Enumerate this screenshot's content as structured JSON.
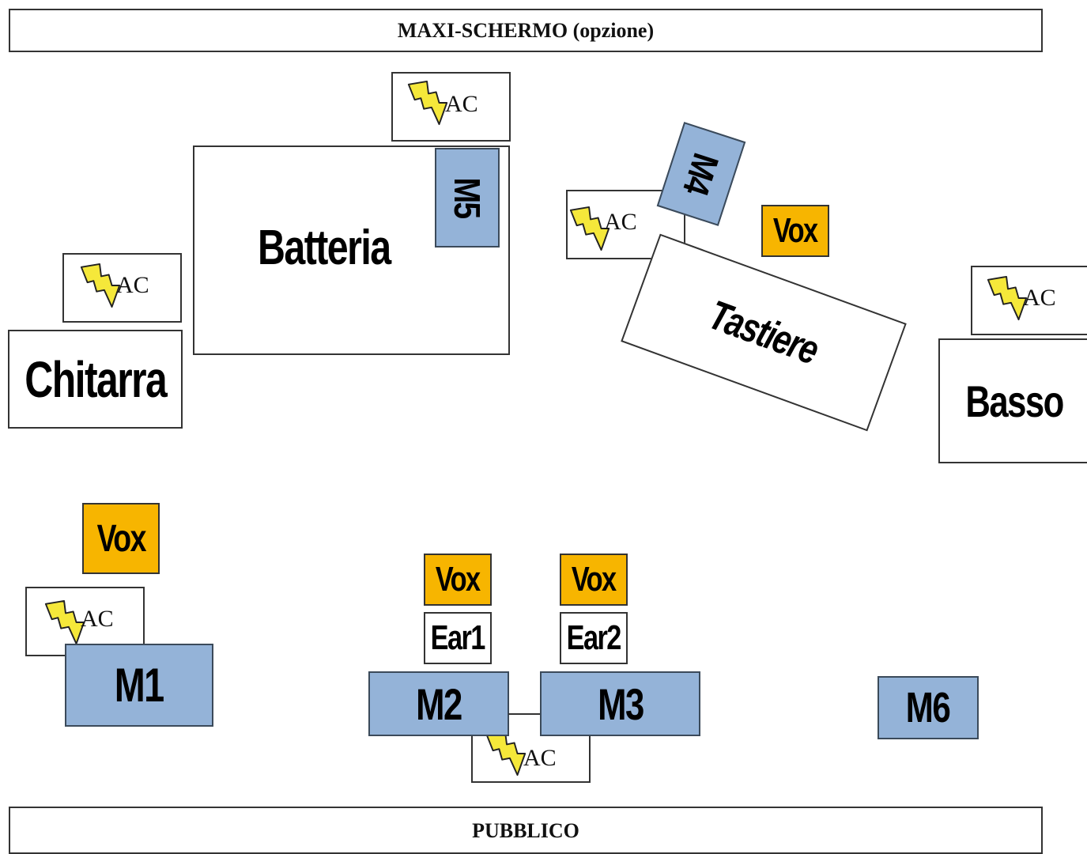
{
  "screen_label": "MAXI-SCHERMO (opzione)",
  "audience_label": "PUBBLICO",
  "power_label": "AC",
  "instruments": {
    "drums": "Batteria",
    "guitar": "Chitarra",
    "keys": "Tastiere",
    "bass": "Basso"
  },
  "mics": {
    "m1": "M1",
    "m2": "M2",
    "m3": "M3",
    "m4": "M4",
    "m5": "M5",
    "m6": "M6"
  },
  "monitors": {
    "vox": "Vox",
    "ear1": "Ear1",
    "ear2": "Ear2"
  },
  "colors": {
    "mic_fill": "#94b3d8",
    "vox_fill": "#f7b500",
    "bolt_fill": "#f5e83a"
  }
}
